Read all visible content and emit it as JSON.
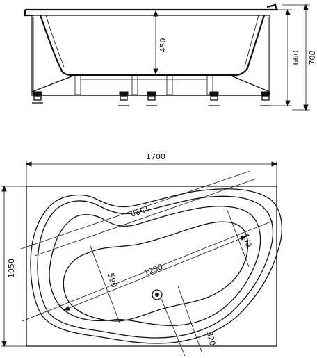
{
  "side_view": {
    "dims": {
      "height_450": "450",
      "height_660": "660",
      "height_700": "700"
    }
  },
  "top_view": {
    "dims": {
      "length": "1700",
      "width": "1050",
      "outer_diag": "1520",
      "inner_length": "1250",
      "head_width": "430",
      "foot_width": "590",
      "drain_offset": "320"
    }
  }
}
